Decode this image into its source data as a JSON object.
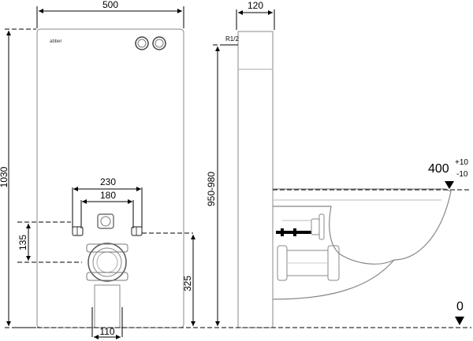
{
  "drawing": {
    "front_view": {
      "brand": "abber",
      "width_label": "500",
      "height_label": "1030",
      "bolt_outer_label": "230",
      "bolt_inner_label": "180",
      "bolt_height_label": "135",
      "drain_height_label": "325",
      "drain_width_label": "110"
    },
    "side_view": {
      "depth_label": "120",
      "inlet_label": "R1/2",
      "height_label": "950-980"
    },
    "levels": {
      "seat_height": "400",
      "tol_plus": "+10",
      "tol_minus": "-10",
      "floor": "0"
    }
  }
}
